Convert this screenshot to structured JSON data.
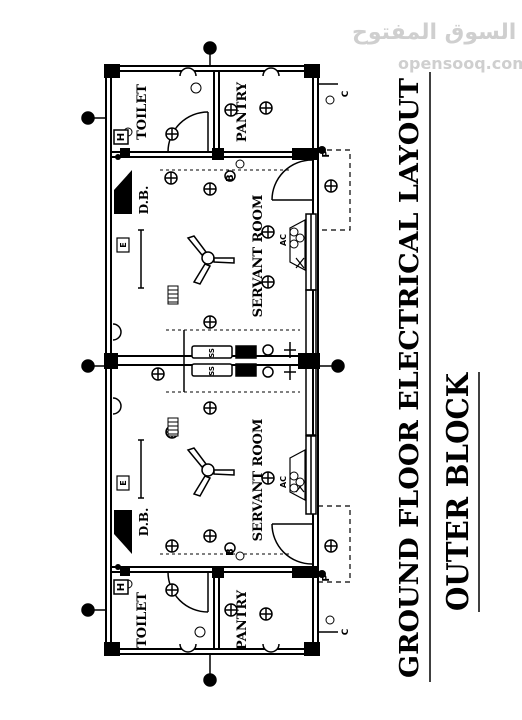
{
  "watermark": {
    "arabic": "السوق المفتوح",
    "latin": "opensooq.com"
  },
  "title": {
    "main": "GROUND FLOOR ELECTRICAL LAYOUT",
    "sub": "OUTER BLOCK"
  },
  "rooms": {
    "toilet": "TOILET",
    "pantry": "PANTRY",
    "servant_room": "SERVANT ROOM",
    "distribution_board": "D.B."
  },
  "symbols": {
    "bell": "B",
    "heater": "H",
    "ac": "AC",
    "exhaust": "E",
    "power": "P",
    "socket": "C",
    "switch": "SS"
  }
}
